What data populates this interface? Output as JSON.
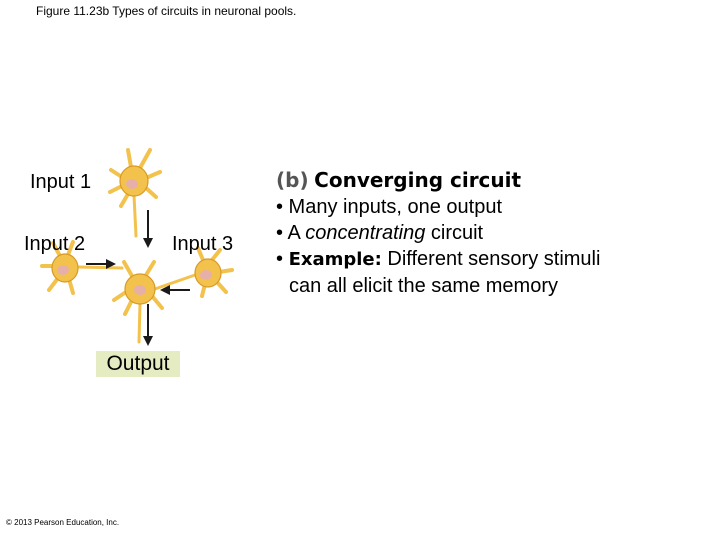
{
  "figure_title": "Figure 11.23b  Types of circuits in neuronal pools.",
  "labels": {
    "input_1": "Input 1",
    "input_2": "Input 2",
    "input_3": "Input 3",
    "output": "Output"
  },
  "text": {
    "heading_letter": "(b)",
    "heading": "Converging circuit",
    "bullet_1": "• Many inputs, one output",
    "bullet_2_prefix": "• A ",
    "bullet_2_italic": "concentrating",
    "bullet_2_suffix": " circuit",
    "bullet_3_prefix": "• ",
    "bullet_3_bold": "Example:",
    "bullet_3_rest": " Different sensory stimuli",
    "bullet_3_cont": "can all elicit the same memory"
  },
  "copyright": "© 2013 Pearson Education, Inc.",
  "colors": {
    "neuron_fill": "#f3c24d",
    "neuron_edge": "#d79a25",
    "nucleus": "#e6b0a8",
    "arrow": "#1a1a1a",
    "output_bg": "#e5ecc2"
  },
  "icons": [
    "neuron-icon",
    "arrow-icon"
  ]
}
